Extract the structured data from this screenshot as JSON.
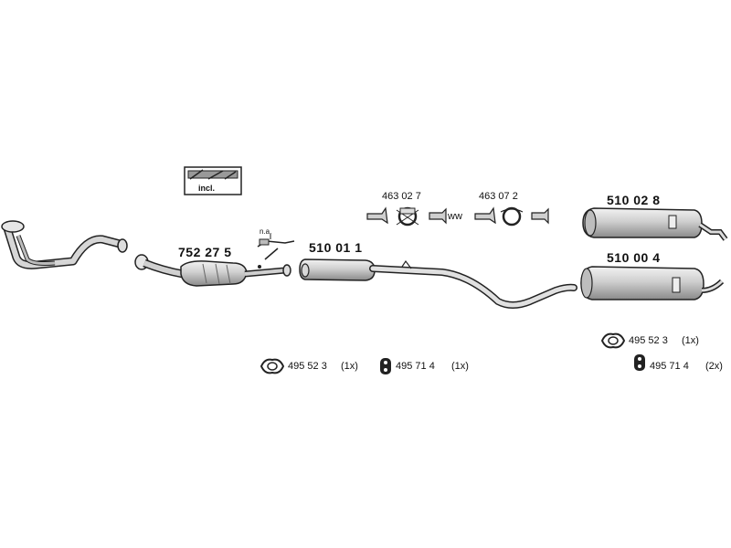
{
  "kit_box": {
    "label": "incl."
  },
  "notes": {
    "not_available": "n.a.",
    "wavy": "ww"
  },
  "parts": {
    "catalyst": "752 27 5",
    "front_silencer": "510 01 1",
    "clamp_a": "463 02 7",
    "clamp_b": "463 07 2",
    "rear_silencer_a": "510 02 8",
    "rear_silencer_b": "510 00 4"
  },
  "fittings": {
    "gasket_left": {
      "number": "495 52 3",
      "qty": "(1x)"
    },
    "mount_left": {
      "number": "495 71 4",
      "qty": "(1x)"
    },
    "gasket_right": {
      "number": "495 52 3",
      "qty": "(1x)"
    },
    "mount_right": {
      "number": "495 71 4",
      "qty": "(2x)"
    }
  }
}
